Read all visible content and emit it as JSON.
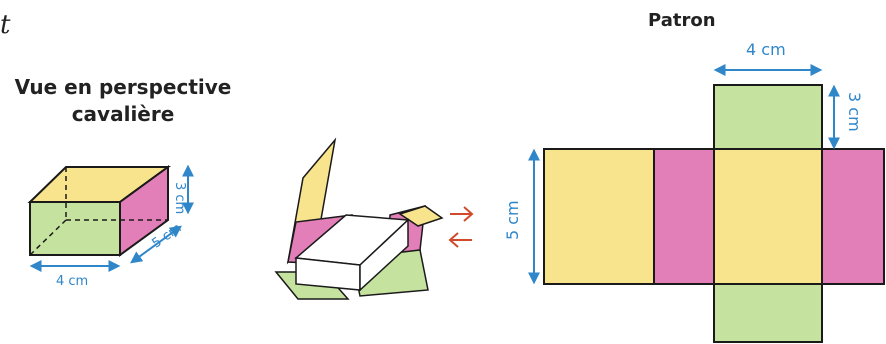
{
  "fragment_text": "t",
  "perspective": {
    "title": "Vue en perspective cavalière",
    "dim_width": "4 cm",
    "dim_depth": "5 cm",
    "dim_height": "3 cm"
  },
  "patron": {
    "title": "Patron",
    "dim_top": "4 cm",
    "dim_right": "3 cm",
    "dim_left": "5 cm"
  },
  "colors": {
    "yellow": "#f7e48d",
    "green": "#c5e29f",
    "pink": "#e27fb8",
    "blue": "#2f86c9",
    "red": "#d24a2c",
    "outline": "#1a1a1a"
  }
}
